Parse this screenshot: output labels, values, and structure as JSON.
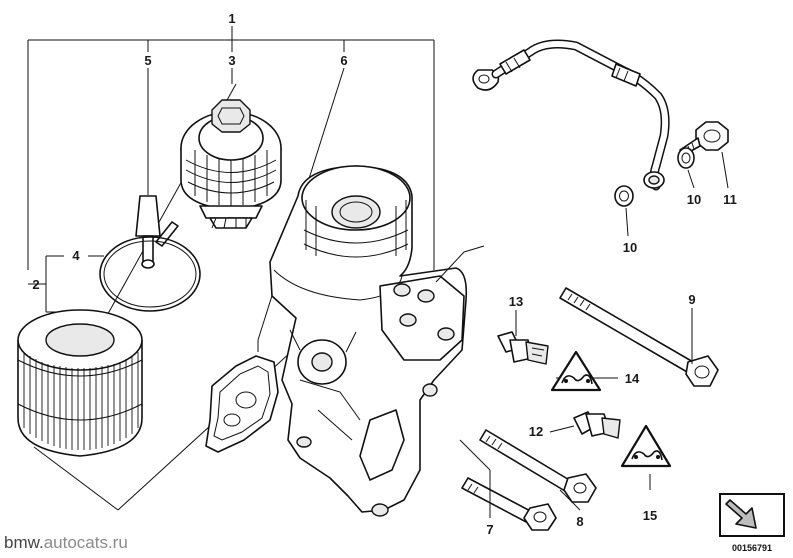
{
  "callouts": [
    {
      "id": "1",
      "label": "1"
    },
    {
      "id": "2",
      "label": "2"
    },
    {
      "id": "3",
      "label": "3"
    },
    {
      "id": "4",
      "label": "4"
    },
    {
      "id": "5",
      "label": "5"
    },
    {
      "id": "6",
      "label": "6"
    },
    {
      "id": "7",
      "label": "7"
    },
    {
      "id": "8",
      "label": "8"
    },
    {
      "id": "9",
      "label": "9"
    },
    {
      "id": "10a",
      "label": "10"
    },
    {
      "id": "10b",
      "label": "10"
    },
    {
      "id": "11",
      "label": "11"
    },
    {
      "id": "12",
      "label": "12"
    },
    {
      "id": "13",
      "label": "13"
    },
    {
      "id": "14",
      "label": "14"
    },
    {
      "id": "15",
      "label": "15"
    }
  ],
  "watermark": {
    "prefix": "bmw.",
    "suffix": "autocats.ru"
  },
  "document_number": "00156791",
  "warning_icon": "torque-warning-triangle-icon",
  "colors": {
    "line": "#111111",
    "watermark_gray": "#8a8a8a",
    "arrow_gray": "#bdbdbd"
  }
}
